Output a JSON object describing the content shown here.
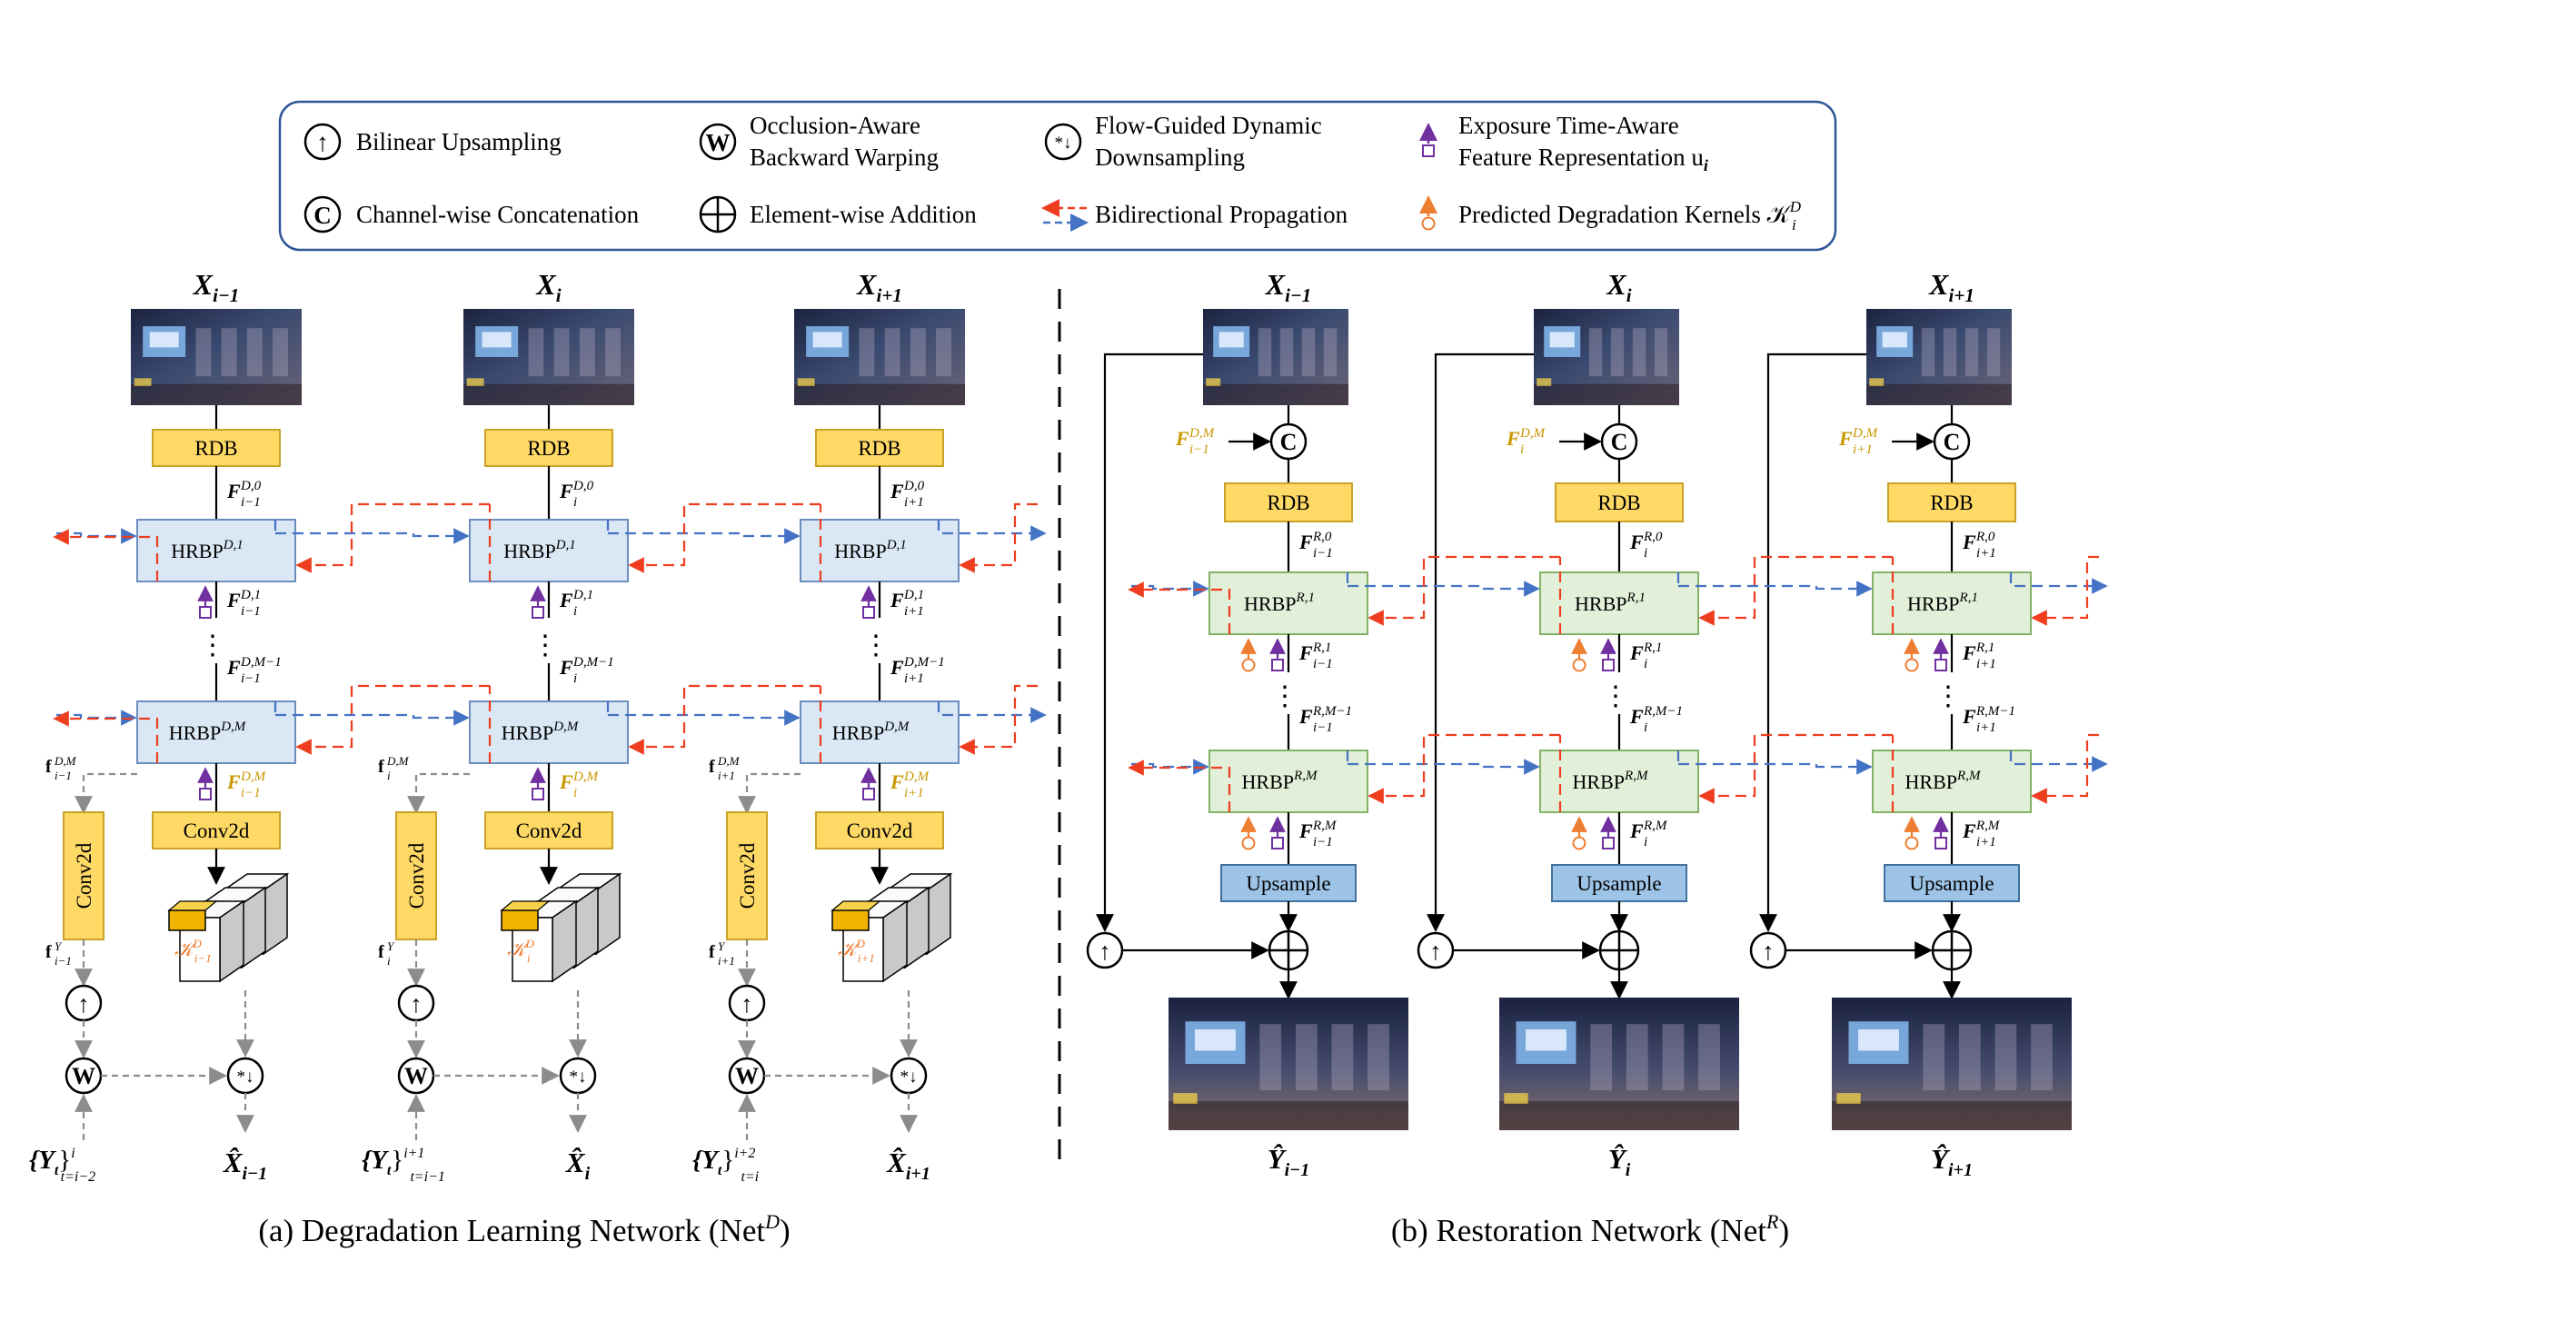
{
  "legend": {
    "items": [
      {
        "icon": "upsampling-circle-icon",
        "label": "Bilinear Upsampling"
      },
      {
        "icon": "warping-w-circle-icon",
        "label_line1": "Occlusion-Aware",
        "label_line2": "Backward Warping"
      },
      {
        "icon": "dynamic-downsampling-circle-icon",
        "label_line1": "Flow-Guided Dynamic",
        "label_line2": "Downsampling"
      },
      {
        "icon": "exposure-time-icon",
        "label_line1": "Exposure Time-Aware",
        "label_line2": "Feature Representation u",
        "label_sub": "i"
      },
      {
        "icon": "concat-c-circle-icon",
        "label": "Channel-wise Concatenation"
      },
      {
        "icon": "addition-circle-icon",
        "label": "Element-wise Addition"
      },
      {
        "icon": "bidirectional-arrows-icon",
        "label": "Bidirectional Propagation"
      },
      {
        "icon": "degradation-kernel-icon",
        "label": "Predicted Degradation Kernels 𝒦",
        "label_sup": "D",
        "label_sub": "i"
      }
    ],
    "glyphs": {
      "up": "↑",
      "w": "W",
      "conv": "*↓",
      "c": "C"
    }
  },
  "labels": {
    "rdb": "RDB",
    "conv2d": "Conv2d",
    "upsample": "Upsample",
    "hrbp": "HRBP",
    "hrbp_d1": "D,1",
    "hrbp_dm": "D,M",
    "hrbp_r1": "R,1",
    "hrbp_rm": "R,M",
    "dots": "⋮",
    "F": "F",
    "f": "f",
    "X": "X",
    "Xhat": "X̂",
    "Yhat": "Ŷ",
    "K": "𝒦",
    "Y_set": "{Y",
    "Y_t": "t",
    "Y_close": "}"
  },
  "columns_d": [
    {
      "title_sub": "i−1",
      "sub": "i−1",
      "yset_sup": "i",
      "yset_sub": "t=i−2"
    },
    {
      "title_sub": "i",
      "sub": "i",
      "yset_sup": "i+1",
      "yset_sub": "t=i−1"
    },
    {
      "title_sub": "i+1",
      "sub": "i+1",
      "yset_sup": "i+2",
      "yset_sub": "t=i"
    }
  ],
  "columns_r": [
    {
      "title_sub": "i−1",
      "sub": "i−1"
    },
    {
      "title_sub": "i",
      "sub": "i"
    },
    {
      "title_sub": "i+1",
      "sub": "i+1"
    }
  ],
  "sup_labels": {
    "d0": "D,0",
    "d1": "D,1",
    "dm1": "D,M−1",
    "dm": "D,M",
    "dmY": "Y",
    "r0": "R,0",
    "r1": "R,1",
    "rm1": "R,M−1",
    "rm": "R,M",
    "fdm": "D,M",
    "kd": "D"
  },
  "captions": {
    "a": "(a) Degradation Learning Network (Net",
    "a_sup": "D",
    "a_close": ")",
    "b": "(b) Restoration Network (Net",
    "b_sup": "R",
    "b_close": ")"
  },
  "colors": {
    "rdb_fill": "#ffd966",
    "rdb_stroke": "#c9a227",
    "hrbp_d_fill": "#dae8f5",
    "hrbp_d_stroke": "#6c8ebf",
    "hrbp_r_fill": "#e2efd9",
    "hrbp_r_stroke": "#82b366",
    "upsample_fill": "#9dc3e6",
    "upsample_stroke": "#41719c",
    "red_arrow": "#ee3d1f",
    "blue_arrow": "#4472c4",
    "purple": "#7030a0",
    "orange": "#ed7d31",
    "gold_text": "#c99700",
    "gray_arrow": "#8c8c8c"
  }
}
